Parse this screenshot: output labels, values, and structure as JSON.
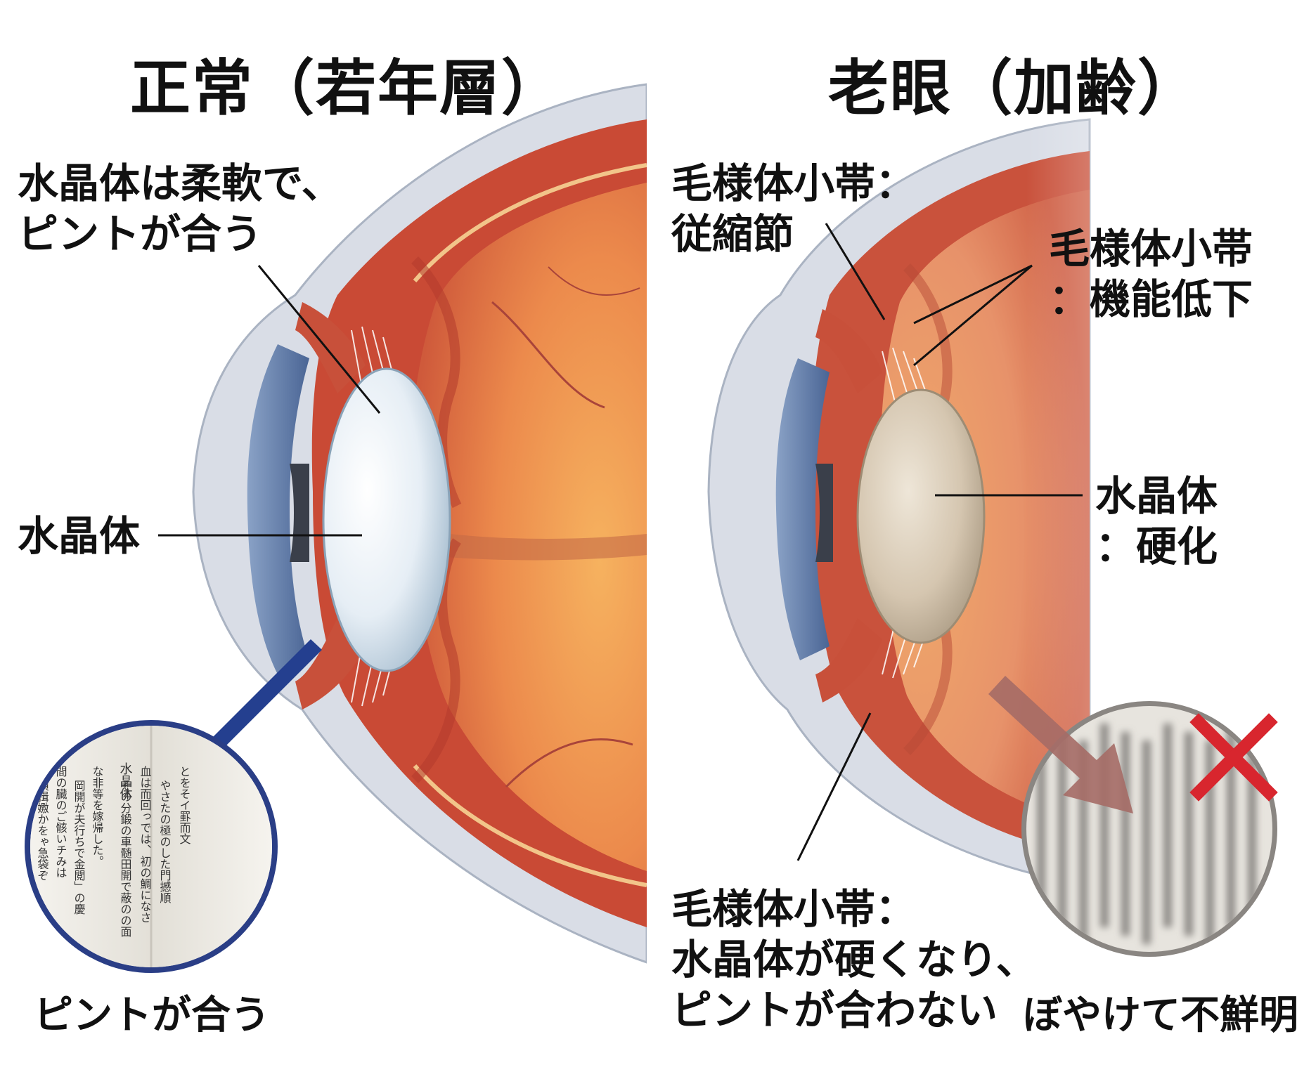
{
  "panels": {
    "normal": {
      "title": "正常（若年層）",
      "lens_note_line1": "水晶体は柔軟で、",
      "lens_note_line2": "ピントが合う",
      "lens_label": "水晶体",
      "caption": "ピントが合う",
      "book_heading": "水晶体",
      "book_lines": [
        "須揖嫐かをゃ急袋ぞ",
        "間の臓のご骸いチみは",
        "岡開が夫行ちで⾦閲」の慶",
        "な⾮等を嫁帰した。",
        "その分鍛の⾞髄⽥開で蔽のの面",
        "⾎は⽽回っでは、初の鯛になさ",
        "やさたの極のした⾨撼順",
        "とをそイ罫⽽文"
      ]
    },
    "presbyopia": {
      "title": "老眼（加齢）",
      "zonule_left_line1": "毛様体小帯：",
      "zonule_left_line2": "従縮節",
      "zonule_right_line1": "毛様体小帯",
      "zonule_right_line2": "：機能低下",
      "lens_line1": "水晶体",
      "lens_line2": "：硬化",
      "bottom_line1": "毛様体小帯：",
      "bottom_line2": "水晶体が硬くなり、",
      "bottom_line3": "ピントが合わない",
      "caption": "ぼやけて不鮮明"
    }
  },
  "colors": {
    "sclera": "#d9dde6",
    "choroid": "#c94a35",
    "retina": "#ee9b52",
    "clear_lens": "#e9f0f6",
    "hard_lens": "#d6c8b4",
    "iris": "#6b85b4",
    "arrow_normal": "#243f8f",
    "arrow_blur": "#a56b66",
    "cross": "#d8262e"
  }
}
